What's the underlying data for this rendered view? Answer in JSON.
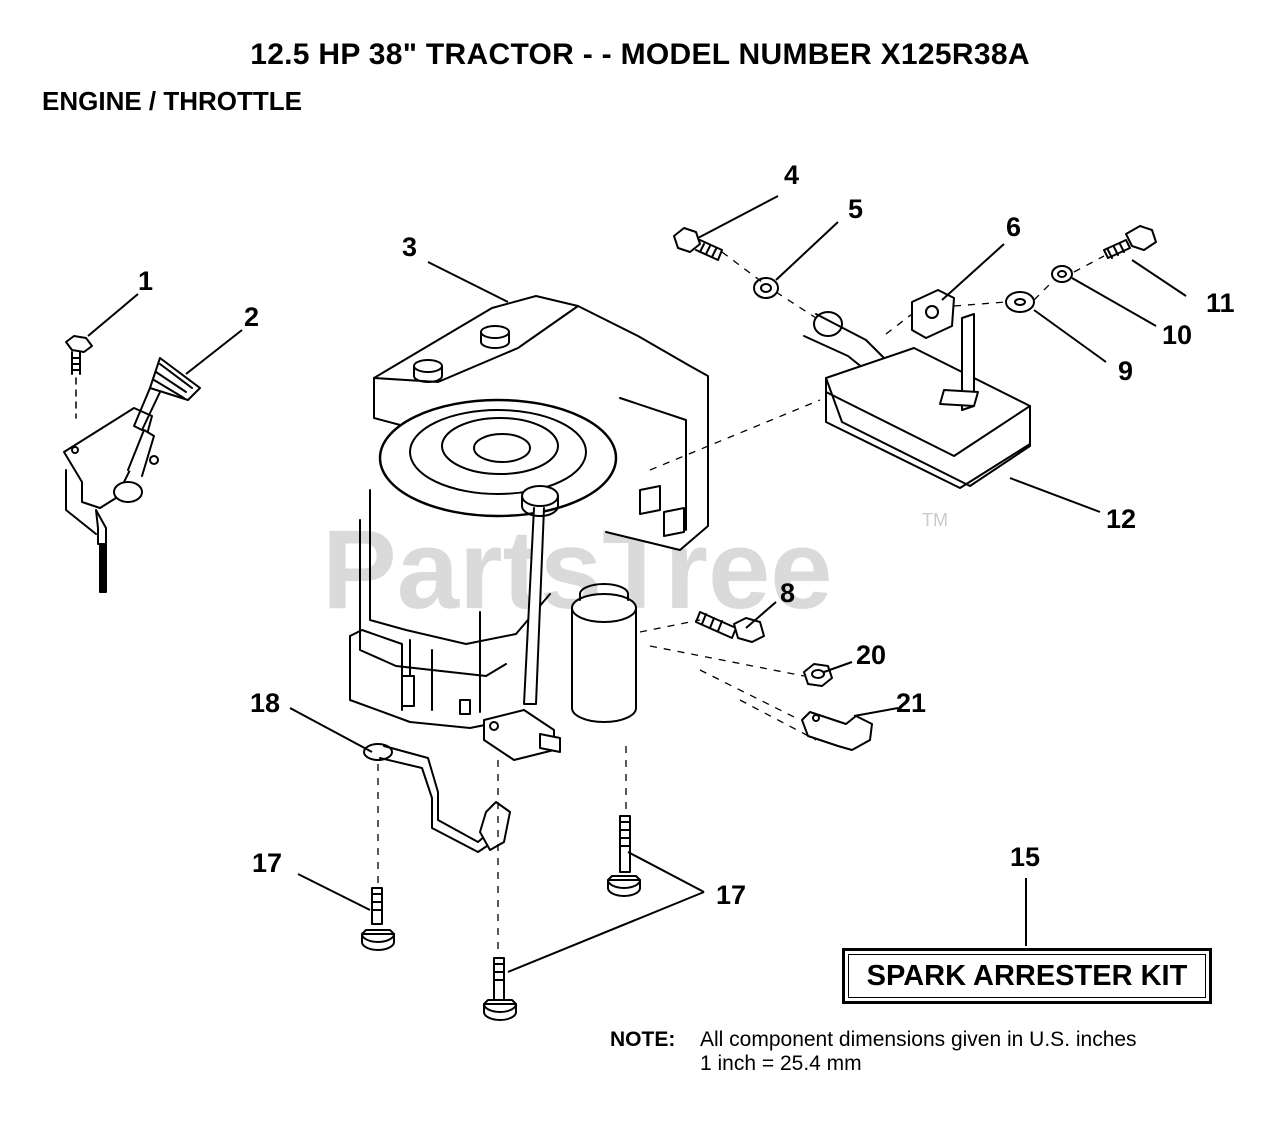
{
  "title": "12.5 HP 38\" TRACTOR - - MODEL NUMBER X125R38A",
  "subtitle": "ENGINE / THROTTLE",
  "watermark": "PartsTree",
  "watermark_tm": "TM",
  "callouts": {
    "c1": "1",
    "c2": "2",
    "c3": "3",
    "c4": "4",
    "c5": "5",
    "c6": "6",
    "c8": "8",
    "c9": "9",
    "c10": "10",
    "c11": "11",
    "c12": "12",
    "c15": "15",
    "c17a": "17",
    "c17b": "17",
    "c18": "18",
    "c20": "20",
    "c21": "21"
  },
  "kit_label": "SPARK ARRESTER KIT",
  "note": {
    "label": "NOTE:",
    "line1": "All component dimensions given in U.S. inches",
    "line2": "1 inch = 25.4 mm"
  }
}
